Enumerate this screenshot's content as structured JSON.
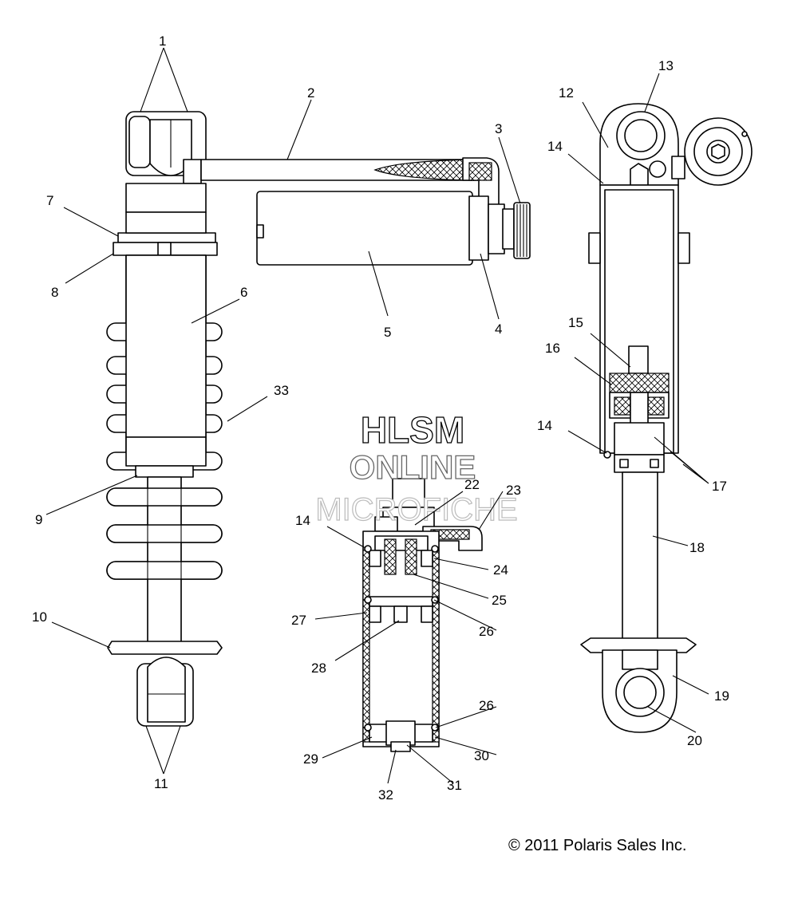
{
  "labels": {
    "l1": "1",
    "l2": "2",
    "l3": "3",
    "l4": "4",
    "l5": "5",
    "l6": "6",
    "l7": "7",
    "l8": "8",
    "l9": "9",
    "l10": "10",
    "l11": "11",
    "l12": "12",
    "l13": "13",
    "l14a": "14",
    "l14b": "14",
    "l14c": "14",
    "l15": "15",
    "l16": "16",
    "l17": "17",
    "l18": "18",
    "l19": "19",
    "l20": "20",
    "l22": "22",
    "l23": "23",
    "l24": "24",
    "l25": "25",
    "l26a": "26",
    "l26b": "26",
    "l27": "27",
    "l28": "28",
    "l29": "29",
    "l30": "30",
    "l31": "31",
    "l32": "32",
    "l33": "33"
  },
  "watermark": {
    "line1": "HLSM",
    "line2": "ONLINE",
    "line3": "MICROFICHE"
  },
  "copyright": "© 2011 Polaris Sales Inc."
}
